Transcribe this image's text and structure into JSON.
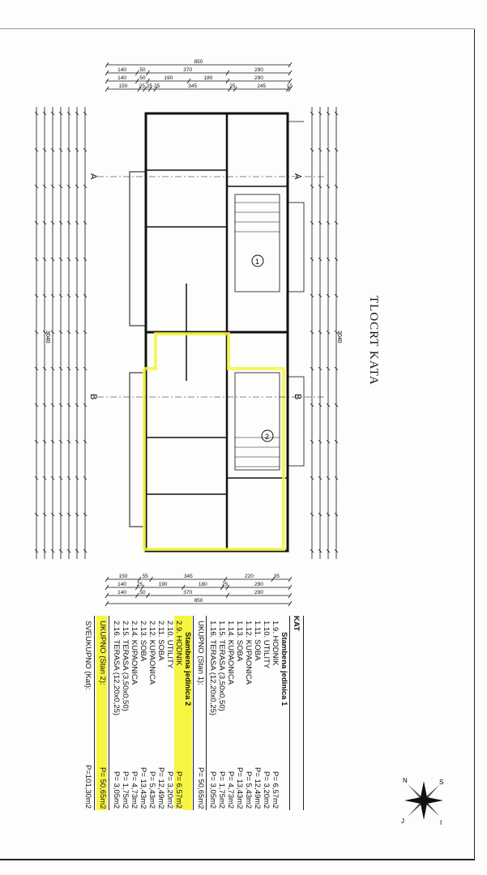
{
  "title": "TLOCRT KATA",
  "dimensions": {
    "top": [
      [
        "850"
      ],
      [
        "140",
        "50",
        "370",
        "290"
      ],
      [
        "140",
        "50",
        "190",
        "180",
        "290"
      ],
      [
        "150",
        "25",
        "25",
        "25",
        "345",
        "25",
        "245",
        "15"
      ]
    ],
    "bottom": [
      [
        "150",
        "55",
        "345",
        "220",
        "35"
      ],
      [
        "140",
        "25",
        "190",
        "180",
        "25",
        "290"
      ],
      [
        "140",
        "50",
        "370",
        "290"
      ],
      [
        "850"
      ]
    ],
    "total_length": "3040"
  },
  "markers": {
    "section_a": "A",
    "section_b": "B",
    "unit_1": "1",
    "unit_2": "2"
  },
  "table": {
    "header": "KAT",
    "unit1_title": "Stambena jedinica 1",
    "unit1_rows": [
      {
        "name": "1.9. HODNIK",
        "area": "P= 6,57m2"
      },
      {
        "name": "1.10. UTILITY",
        "area": "P= 3,20m2"
      },
      {
        "name": "1.11. SOBA",
        "area": "P= 12,49m2"
      },
      {
        "name": "1.12. KUPAONICA",
        "area": "P= 5,43m2"
      },
      {
        "name": "1.13. SOBA",
        "area": "P= 13,43m2"
      },
      {
        "name": "1.14. KUPAONICA",
        "area": "P= 4,73m2"
      },
      {
        "name": "1.15. TERASA (3,50x0,50)",
        "area": "P= 1,75m2"
      },
      {
        "name": "1.16. TERASA (12,20x0,25)",
        "area": "P= 3,05m2"
      }
    ],
    "unit1_total": {
      "name": "UKUPNO (Stan 1):",
      "area": "P= 50,65m2"
    },
    "unit2_title": "Stambena jedinica 2",
    "unit2_rows": [
      {
        "name": "2.9. HODNIK",
        "area": "P= 6,57m2"
      },
      {
        "name": "2.10. UTILITY",
        "area": "P= 3,20m2"
      },
      {
        "name": "2.11. SOBA",
        "area": "P= 12,49m2"
      },
      {
        "name": "2.12. KUPAONICA",
        "area": "P= 5,43m2"
      },
      {
        "name": "2.13. SOBA",
        "area": "P= 13,43m2"
      },
      {
        "name": "2.14. KUPAONICA",
        "area": "P= 4,73m2"
      },
      {
        "name": "2.15. TERASA (3,50x0,50)",
        "area": "P= 1,75m2"
      },
      {
        "name": "2.16. TERASA (12,20x0,25)",
        "area": "P= 3,05m2"
      }
    ],
    "unit2_total": {
      "name": "UKUPNO (Stan 2):",
      "area": "P= 50,65m2"
    },
    "grand_total": {
      "name": "SVEUKUPNO (Kat):",
      "area": "P=101,30m2"
    }
  },
  "compass": {
    "n": "N",
    "s": "S",
    "e": "I",
    "w": "J"
  },
  "colors": {
    "highlight": "#f5f542",
    "line": "#111111"
  }
}
